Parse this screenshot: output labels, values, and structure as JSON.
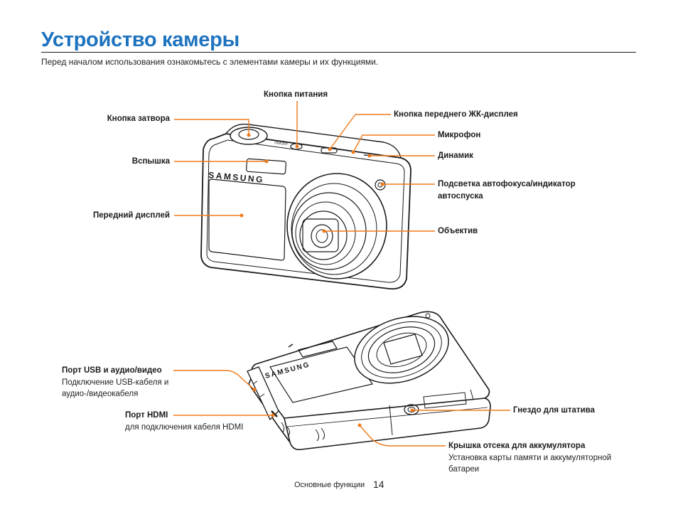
{
  "page": {
    "title": "Устройство камеры",
    "intro": "Перед началом использования ознакомьтесь с элементами камеры и их функциями.",
    "footer_section": "Основные функции",
    "page_number": "14"
  },
  "front_labels": {
    "power": "Кнопка питания",
    "front_lcd": "Кнопка переднего ЖК-дисплея",
    "shutter": "Кнопка затвора",
    "mic": "Микрофон",
    "speaker": "Динамик",
    "flash": "Вспышка",
    "af_lamp": "Подсветка автофокуса/индикатор",
    "af_lamp_2": "автоспуска",
    "front_display": "Передний дисплей",
    "lens": "Объектив"
  },
  "bottom_labels": {
    "usb": "Порт USB и аудио/видео",
    "usb_desc_1": "Подключение USB-кабеля и",
    "usb_desc_2": "аудио-/видеокабеля",
    "hdmi": "Порт HDMI",
    "hdmi_desc": "для подключения кабеля HDMI",
    "tripod": "Гнездо для штатива",
    "battery": "Крышка отсека для аккумулятора",
    "battery_desc_1": "Установка карты памяти и аккумуляторной",
    "battery_desc_2": "батареи"
  },
  "camera_marks": {
    "brand": "SAMSUNG",
    "on_off": "ON/OFF"
  },
  "colors": {
    "title": "#1e73be",
    "callout": "#f07a1a"
  }
}
